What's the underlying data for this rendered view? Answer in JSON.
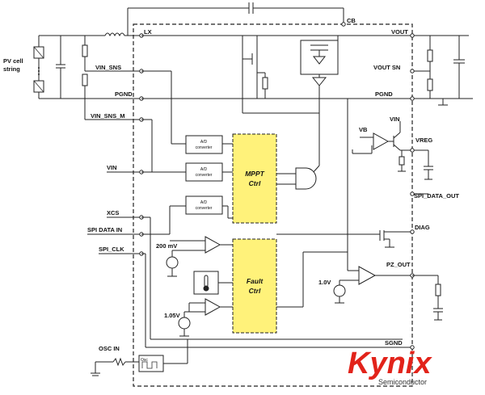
{
  "source": {
    "label_line1": "PV cell",
    "label_line2": "string"
  },
  "pins_left": {
    "lx": "LX",
    "vin_sns": "VIN_SNS",
    "pgnd": "PGND",
    "vin_sns_m": "VIN_SNS_M",
    "vin": "VIN",
    "xcs": "XCS",
    "spi_data_in": "SPI DATA IN",
    "spi_clk": "SPI_CLK",
    "osc_in": "OSC IN"
  },
  "pins_right": {
    "cb": "CB",
    "vout": "VOUT",
    "vout_sn": "VOUT SN",
    "pgnd": "PGND",
    "vreg": "VREG",
    "spi_data_out": "SPI_DATA_OUT",
    "diag": "DIAG",
    "pz_out": "PZ_OUT",
    "sgnd": "SGND"
  },
  "internal": {
    "vb": "VB",
    "vin": "VIN",
    "adc_line1": "A/D",
    "adc_line2": "converter",
    "mppt_line1": "MPPT",
    "mppt_line2": "Ctrl",
    "fault_line1": "Fault",
    "fault_line2": "Ctrl",
    "ref_200mv": "200 mV",
    "ref_1v05": "1.05V",
    "ref_1v": "1.0V",
    "osc": "Osc"
  },
  "branding": {
    "logo": "Kynix",
    "tagline": "Semiconductor"
  },
  "colors": {
    "block_fill": "#fff27a",
    "logo_red": "#e2231a",
    "wire": "#222222"
  }
}
